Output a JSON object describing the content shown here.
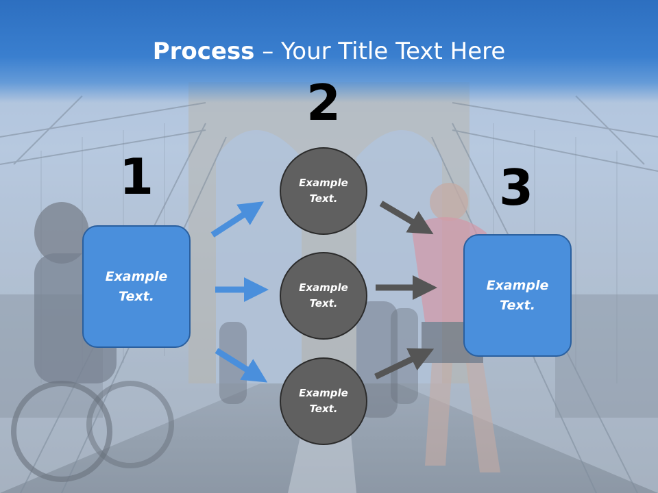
{
  "title": {
    "bold": "Process",
    "rest": " – Your Title Text Here"
  },
  "steps": [
    {
      "number": "1",
      "text": "Example Text."
    },
    {
      "number": "2",
      "items": [
        "Example Text.",
        "Example Text.",
        "Example Text."
      ]
    },
    {
      "number": "3",
      "text": "Example Text."
    }
  ],
  "colors": {
    "title_band": "#3a7fcf",
    "box_fill": "#4a8fdc",
    "circle_fill": "#606060",
    "blue_arrow": "#4a8fdc",
    "gray_arrow": "#505050"
  },
  "icons": {
    "arrows": "right-arrow-icon"
  }
}
